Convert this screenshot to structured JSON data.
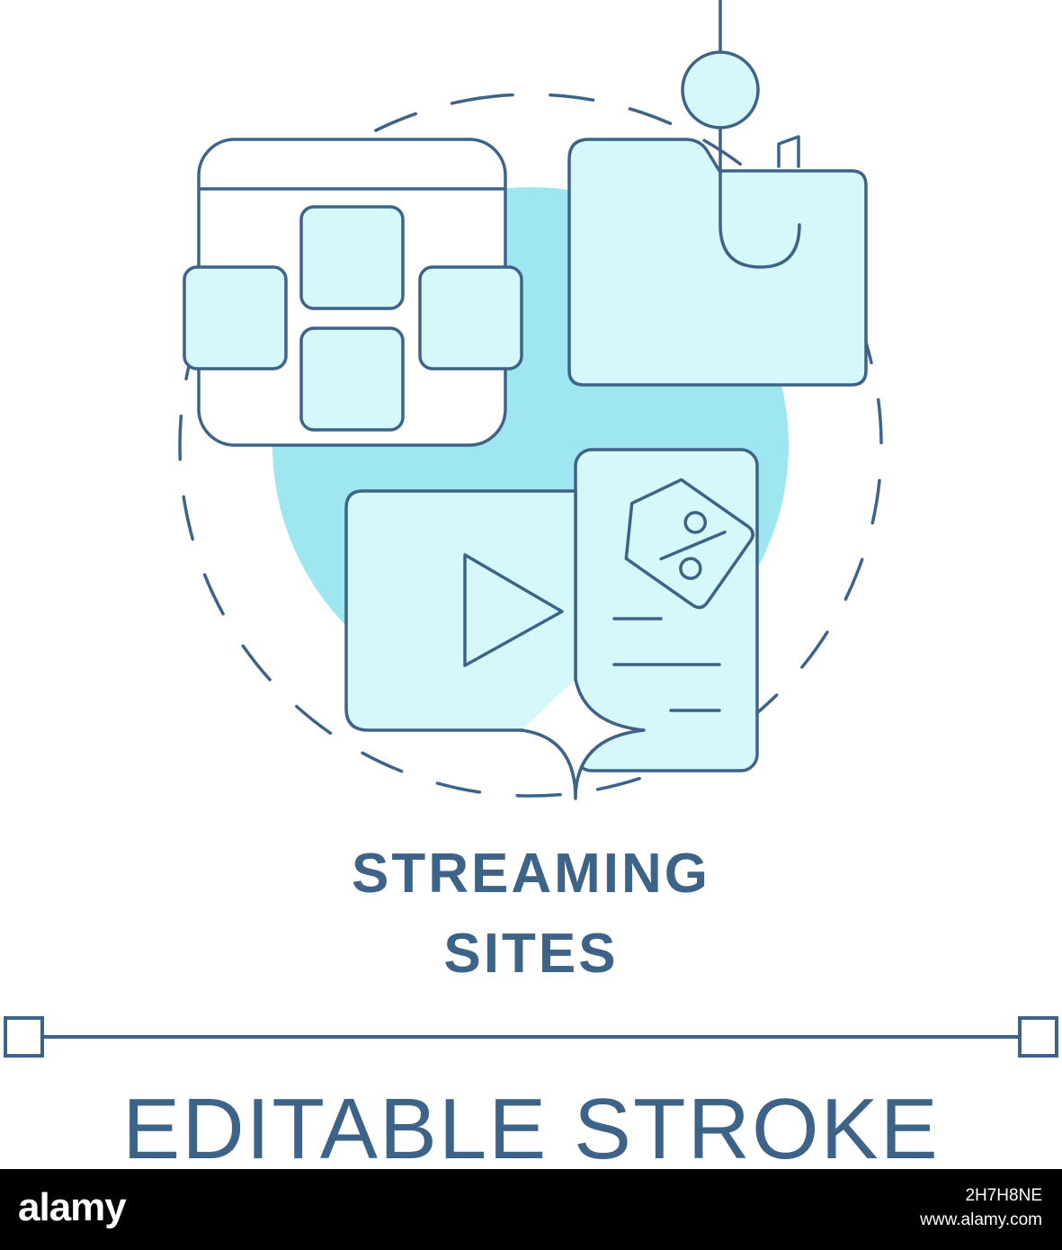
{
  "title": {
    "line1": "STREAMING",
    "line2": "SITES"
  },
  "caption": "EDITABLE STROKE",
  "footer": {
    "logo": "alamy",
    "image_id": "2H7H8NE",
    "site": "www.alamy.com"
  },
  "colors": {
    "stroke": "#3d6388",
    "fill_light": "#d6f8fb",
    "accent_circle": "#9fe7f0",
    "background": "#ffffff",
    "footer_bg": "#000000"
  },
  "icons": {
    "grid_window": "app-grid-icon",
    "folder_with_hook": "phishing-folder-icon",
    "video_player": "play-icon",
    "discount_tag": "percent-tag-icon",
    "sparkle": "sparkle-icon"
  }
}
